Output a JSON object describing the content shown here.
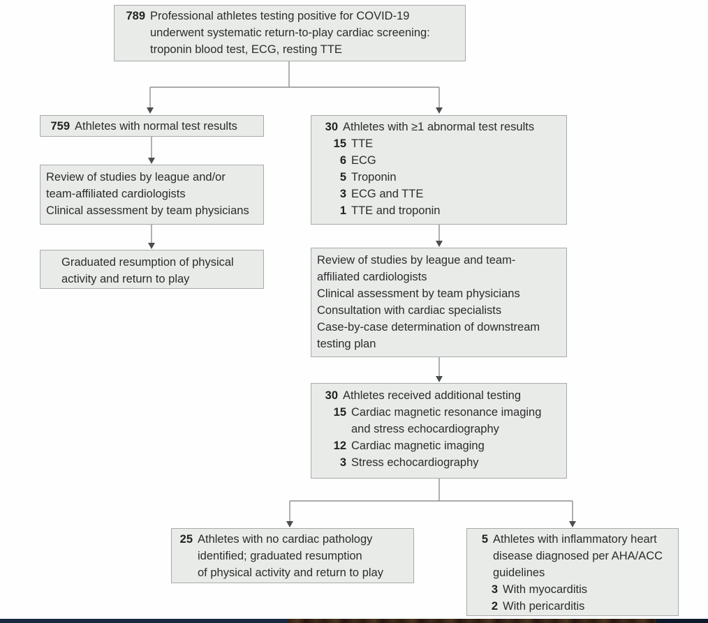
{
  "figure": {
    "type": "flowchart",
    "subject": "Return-to-play cardiac screening of professional athletes after COVID-19"
  },
  "colors": {
    "box_fill": "#e9ebe9",
    "box_border": "#a6aaa8",
    "text": "#2b2c2b",
    "connector_line": "#8b9091",
    "arrowhead": "#4a4e4f",
    "bottom_strip_navy": "#1a2942",
    "bottom_strip_brown": "#3a2817"
  },
  "boxes": {
    "screening": {
      "number": "789",
      "lines": [
        "Professional athletes testing positive for COVID-19",
        "underwent systematic return-to-play cardiac screening:",
        "troponin blood test, ECG, resting TTE"
      ]
    },
    "normal_results": {
      "number": "759",
      "text": "Athletes with normal test results"
    },
    "review_left": {
      "lines": [
        "Review of studies by league and/or",
        "team-affiliated cardiologists",
        "Clinical assessment by team physicians"
      ]
    },
    "graduated_rtp": {
      "lines": [
        "Graduated resumption of physical",
        "activity and return to play"
      ]
    },
    "abnormal_results": {
      "number": "30",
      "text": "Athletes with ≥1 abnormal test results",
      "items": [
        {
          "number": "15",
          "text": "TTE"
        },
        {
          "number": "6",
          "text": "ECG"
        },
        {
          "number": "5",
          "text": "Troponin"
        },
        {
          "number": "3",
          "text": "ECG and TTE"
        },
        {
          "number": "1",
          "text": "TTE and troponin"
        }
      ]
    },
    "review_right": {
      "lines": [
        "Review of studies by league and team-",
        "affiliated cardiologists",
        "Clinical assessment by team physicians",
        "Consultation with cardiac specialists",
        "Case-by-case determination of downstream",
        "testing plan"
      ]
    },
    "additional_testing": {
      "number": "30",
      "text": "Athletes received additional testing",
      "items": [
        {
          "number": "15",
          "lines": [
            "Cardiac magnetic resonance imaging",
            "and stress echocardiography"
          ]
        },
        {
          "number": "12",
          "lines": [
            "Cardiac magnetic imaging"
          ]
        },
        {
          "number": "3",
          "lines": [
            "Stress echocardiography"
          ]
        }
      ]
    },
    "no_pathology": {
      "number": "25",
      "lines": [
        "Athletes with no cardiac pathology",
        "identified; graduated resumption",
        "of physical activity and return to play"
      ]
    },
    "inflammatory": {
      "number": "5",
      "lines": [
        "Athletes with inflammatory heart",
        "disease diagnosed per AHA/ACC",
        "guidelines"
      ],
      "items": [
        {
          "number": "3",
          "text": "With myocarditis"
        },
        {
          "number": "2",
          "text": "With pericarditis"
        }
      ]
    }
  }
}
